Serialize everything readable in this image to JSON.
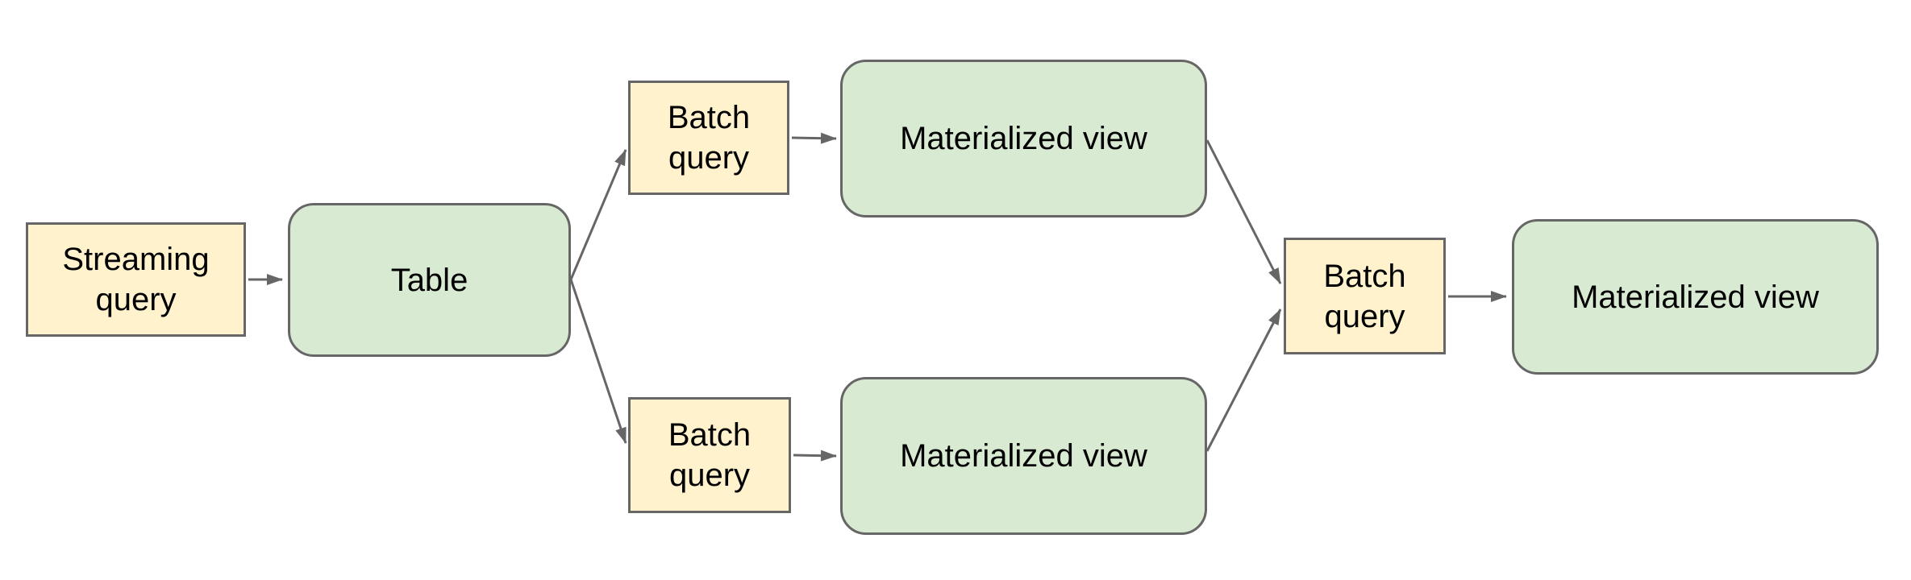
{
  "diagram": {
    "background_color": "#FFFFFF",
    "colors": {
      "query_node_fill": "#FFF2CC",
      "storage_node_fill": "#D9EAD3",
      "node_border": "#666666",
      "arrow": "#666666",
      "text": "#000000"
    },
    "nodes": [
      {
        "id": "streaming-query",
        "label": "Streaming\nquery",
        "shape": "rectangle",
        "fill": "#FFF2CC"
      },
      {
        "id": "table",
        "label": "Table",
        "shape": "rounded-rectangle",
        "fill": "#D9EAD3"
      },
      {
        "id": "batch-query-top",
        "label": "Batch\nquery",
        "shape": "rectangle",
        "fill": "#FFF2CC"
      },
      {
        "id": "materialized-view-top",
        "label": "Materialized view",
        "shape": "rounded-rectangle",
        "fill": "#D9EAD3"
      },
      {
        "id": "batch-query-bottom",
        "label": "Batch\nquery",
        "shape": "rectangle",
        "fill": "#FFF2CC"
      },
      {
        "id": "materialized-view-bottom",
        "label": "Materialized view",
        "shape": "rounded-rectangle",
        "fill": "#D9EAD3"
      },
      {
        "id": "batch-query-merge",
        "label": "Batch\nquery",
        "shape": "rectangle",
        "fill": "#FFF2CC"
      },
      {
        "id": "materialized-view-final",
        "label": "Materialized view",
        "shape": "rounded-rectangle",
        "fill": "#D9EAD3"
      }
    ],
    "edges": [
      {
        "from": "streaming-query",
        "to": "table"
      },
      {
        "from": "table",
        "to": "batch-query-top"
      },
      {
        "from": "table",
        "to": "batch-query-bottom"
      },
      {
        "from": "batch-query-top",
        "to": "materialized-view-top"
      },
      {
        "from": "batch-query-bottom",
        "to": "materialized-view-bottom"
      },
      {
        "from": "materialized-view-top",
        "to": "batch-query-merge"
      },
      {
        "from": "materialized-view-bottom",
        "to": "batch-query-merge"
      },
      {
        "from": "batch-query-merge",
        "to": "materialized-view-final"
      }
    ]
  }
}
